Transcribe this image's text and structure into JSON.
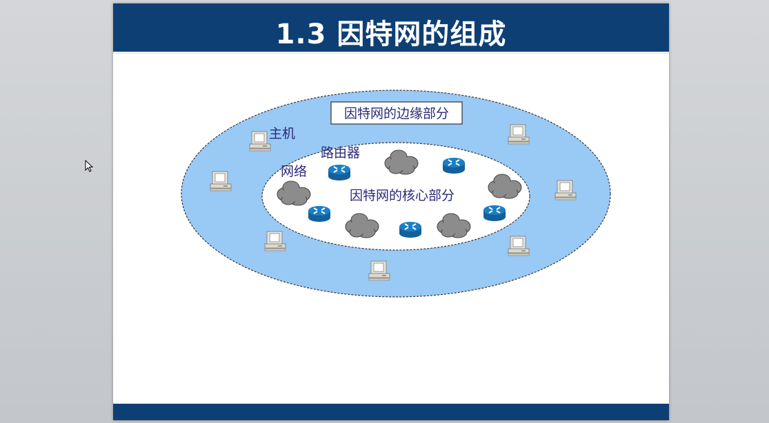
{
  "slide": {
    "title": "1.3  因特网的组成",
    "diagram": {
      "edge_label": "因特网的边缘部分",
      "core_label": "因特网的核心部分",
      "host_label": "主机",
      "router_label": "路由器",
      "network_label": "网络"
    }
  },
  "colors": {
    "header": "#0e3f74",
    "edge_fill": "#99c9f5",
    "router": "#1b7fc4",
    "cloud": "#8c8c8c"
  }
}
